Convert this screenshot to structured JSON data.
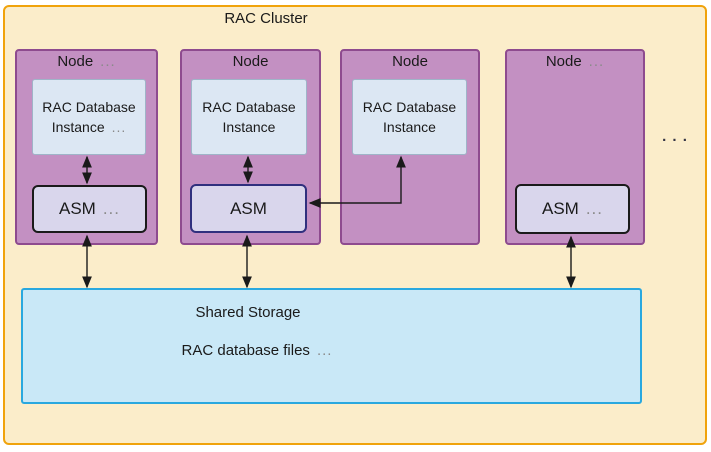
{
  "title": "RAC Cluster",
  "nodes": [
    {
      "label": "Node",
      "label_suffix": "...",
      "instance_line1": "RAC Database",
      "instance_line2": "Instance",
      "instance_suffix": "...",
      "asm_label": "ASM",
      "asm_suffix": "..."
    },
    {
      "label": "Node",
      "instance_line1": "RAC Database",
      "instance_line2": "Instance",
      "asm_label": "ASM"
    },
    {
      "label": "Node",
      "instance_line1": "RAC Database",
      "instance_line2": "Instance"
    },
    {
      "label": "Node",
      "label_suffix": "...",
      "asm_label": "ASM",
      "asm_suffix": "..."
    }
  ],
  "more_nodes_indicator": ". . .",
  "storage": {
    "title": "Shared Storage",
    "files_label": "RAC database files",
    "files_suffix": "..."
  },
  "connections": [
    "node1-instance <-> node1-asm",
    "node2-instance <-> node2-asm",
    "node3-instance <-> node2-asm",
    "node1-asm <-> shared-storage",
    "node2-asm <-> shared-storage",
    "node4-asm <-> shared-storage"
  ],
  "colors": {
    "outer_fill": "#FBEDCA",
    "outer_border": "#F0A30C",
    "node_fill": "#C390C2",
    "node_border": "#8E4B8F",
    "instance_fill": "#DCE7F3",
    "instance_border": "#9FB4C8",
    "asm_fill": "#D9D6EC",
    "asm_border_dark": "#1A1A1A",
    "asm_border_indigo": "#30307E",
    "storage_fill": "#C9E8F7",
    "storage_border": "#29A8DF",
    "ellipsis_text": "#8A8A8A",
    "arrow": "#1A1A1A"
  }
}
